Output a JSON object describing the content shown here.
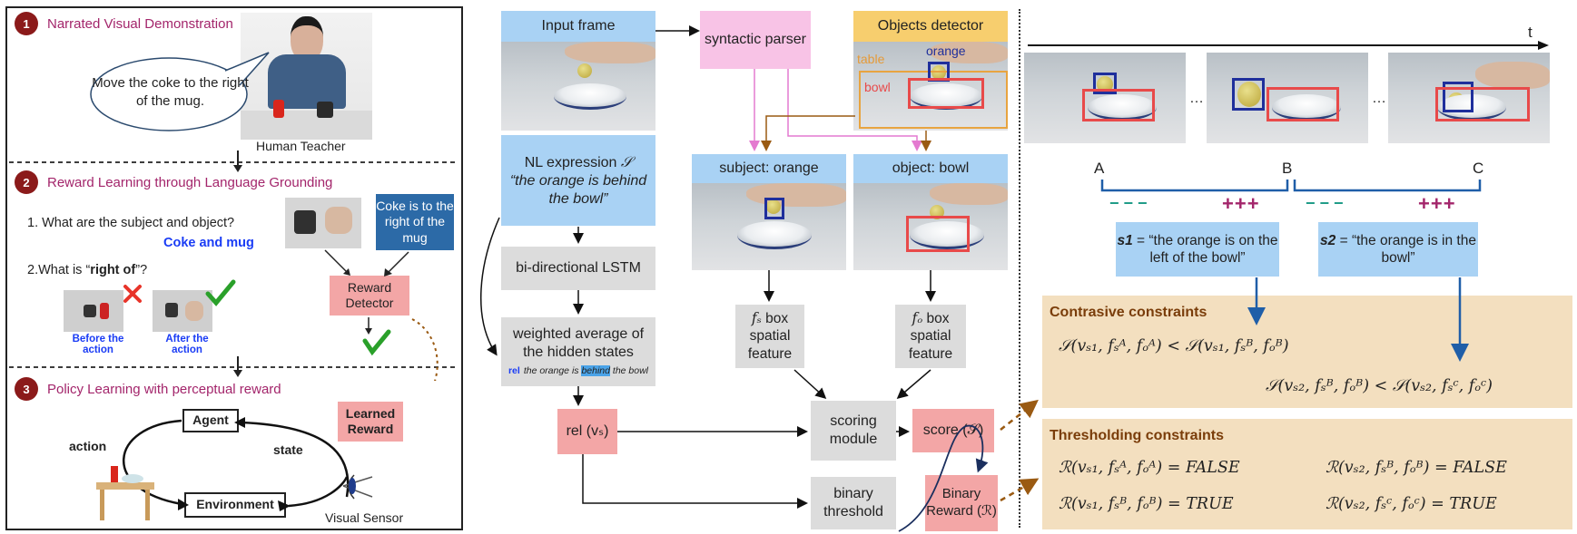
{
  "left_panel": {
    "section1": {
      "number": "1",
      "title": "Narrated Visual Demonstration",
      "speech": "Move the coke to the right of the mug.",
      "teacher_label": "Human Teacher"
    },
    "section2": {
      "number": "2",
      "title": "Reward Learning through Language Grounding",
      "q1": "1. What are the subject and object?",
      "a1": "Coke and mug",
      "q2_prefix": "2.What is “",
      "q2_bold": "right of",
      "q2_suffix": "”?",
      "before_label": "Before the action",
      "after_label": "After the action",
      "coke_box": "Coke is to the right of the mug",
      "reward_detector": "Reward Detector"
    },
    "section3": {
      "number": "3",
      "title": "Policy Learning with perceptual reward",
      "agent": "Agent",
      "environment": "Environment",
      "action": "action",
      "state": "state",
      "learned_reward": "Learned Reward",
      "visual_sensor": "Visual Sensor"
    }
  },
  "middle": {
    "input_frame": "Input frame",
    "syntactic_parser": "syntactic parser",
    "objects_detector": "Objects detector",
    "det_label_table": "table",
    "det_label_orange": "orange",
    "det_label_bowl": "bowl",
    "nl_expression_label": "NL expression",
    "nl_expression_symbol": "𝒮",
    "nl_expression_text": "“the orange is behind the bowl”",
    "subject": "subject: orange",
    "object": "object: bowl",
    "lstm": "bi-directional LSTM",
    "weighted_avg": "weighted average of the hidden states",
    "rel_tag": "rel",
    "attn_before": "the orange is ",
    "attn_highlight": "behind",
    "attn_after": " the bowl",
    "fs_box": "box spatial feature",
    "fs_symbol": "fₛ",
    "fo_box": "box spatial feature",
    "fo_symbol": "fₒ",
    "rel_box": "rel (vₛ)",
    "scoring": "scoring module",
    "score": "score (𝒮)",
    "binary_threshold": "binary threshold",
    "binary_reward": "Binary Reward (ℛ)"
  },
  "right": {
    "time_label": "t",
    "point_a": "A",
    "point_b": "B",
    "point_c": "C",
    "minus_1": "− − −",
    "plus_1": "+++",
    "minus_2": "− − −",
    "plus_2": "+++",
    "ellipsis": "…",
    "s1_label": "s1",
    "s1_text": " = “the orange is on the left of the bowl”",
    "s2_label": "s2",
    "s2_text": " = “the orange is in the bowl”",
    "contrastive_title": "Contrasive constraints",
    "contrastive_eq1": "𝒮(vₛ₁, fₛᴬ, fₒᴬ) < 𝒮(vₛ₁, fₛᴮ, fₒᴮ)",
    "contrastive_eq2": "𝒮(vₛ₂, fₛᴮ, fₒᴮ) < 𝒮(vₛ₂, fₛᶜ, fₒᶜ)",
    "threshold_title": "Thresholding constraints",
    "thr_eq1": "ℛ(vₛ₁, fₛᴬ, fₒᴬ) = FALSE",
    "thr_eq2": "ℛ(vₛ₂, fₛᴮ, fₒᴮ) = FALSE",
    "thr_eq3": "ℛ(vₛ₁, fₛᴮ, fₒᴮ) = TRUE",
    "thr_eq4": "ℛ(vₛ₂, fₛᶜ, fₒᶜ) = TRUE"
  },
  "colors": {
    "section_title": "#a3256b",
    "answer_blue": "#1a3cf5",
    "check_green": "#2aa02a",
    "cross_red": "#e8342a",
    "reward_brown": "#9a5a12",
    "constraint_title": "#7a3d0a"
  }
}
